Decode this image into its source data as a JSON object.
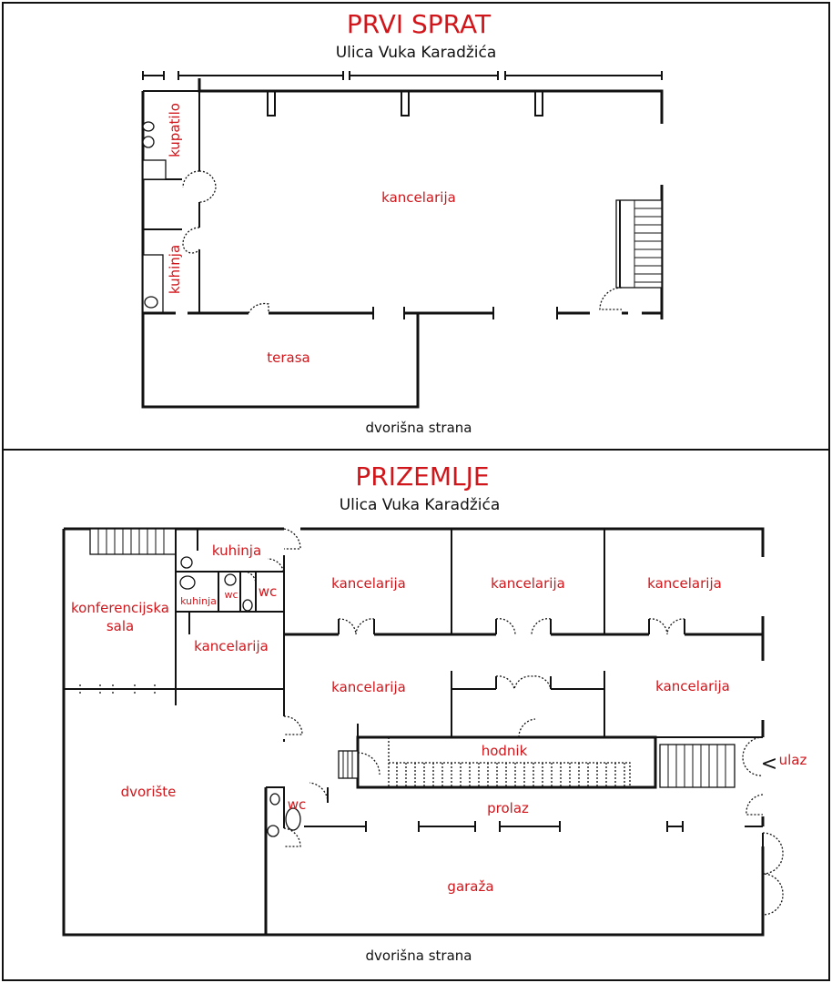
{
  "floor1": {
    "title": "PRVI SPRAT",
    "street": "Ulica Vuka Karadžića",
    "rooms": {
      "bathroom": "kupatilo",
      "kitchen": "kuhinja",
      "office": "kancelarija",
      "terrace": "terasa"
    },
    "yard_side": "dvorišna strana"
  },
  "ground": {
    "title": "PRIZEMLJE",
    "street": "Ulica Vuka Karadžića",
    "rooms": {
      "conference": [
        "konferencijska",
        "sala"
      ],
      "kitchen_top": "kuhinja",
      "kitchen_small": "kuhinja",
      "wc_a": "wc",
      "wc_b": "wc",
      "office_small": "kancelarija",
      "office_1": "kancelarija",
      "office_2": "kancelarija",
      "office_3": "kancelarija",
      "office_4": "kancelarija",
      "office_5": "kancelarija",
      "courtyard": "dvorište",
      "corridor": "hodnik",
      "entrance": "ulaz",
      "entrance_mark": "<",
      "wc_c": "wc",
      "passage": "prolaz",
      "garage": "garaža"
    },
    "yard_side": "dvorišna strana"
  },
  "colors": {
    "label": "#d0161b",
    "wall": "#111111",
    "background": "#ffffff"
  }
}
